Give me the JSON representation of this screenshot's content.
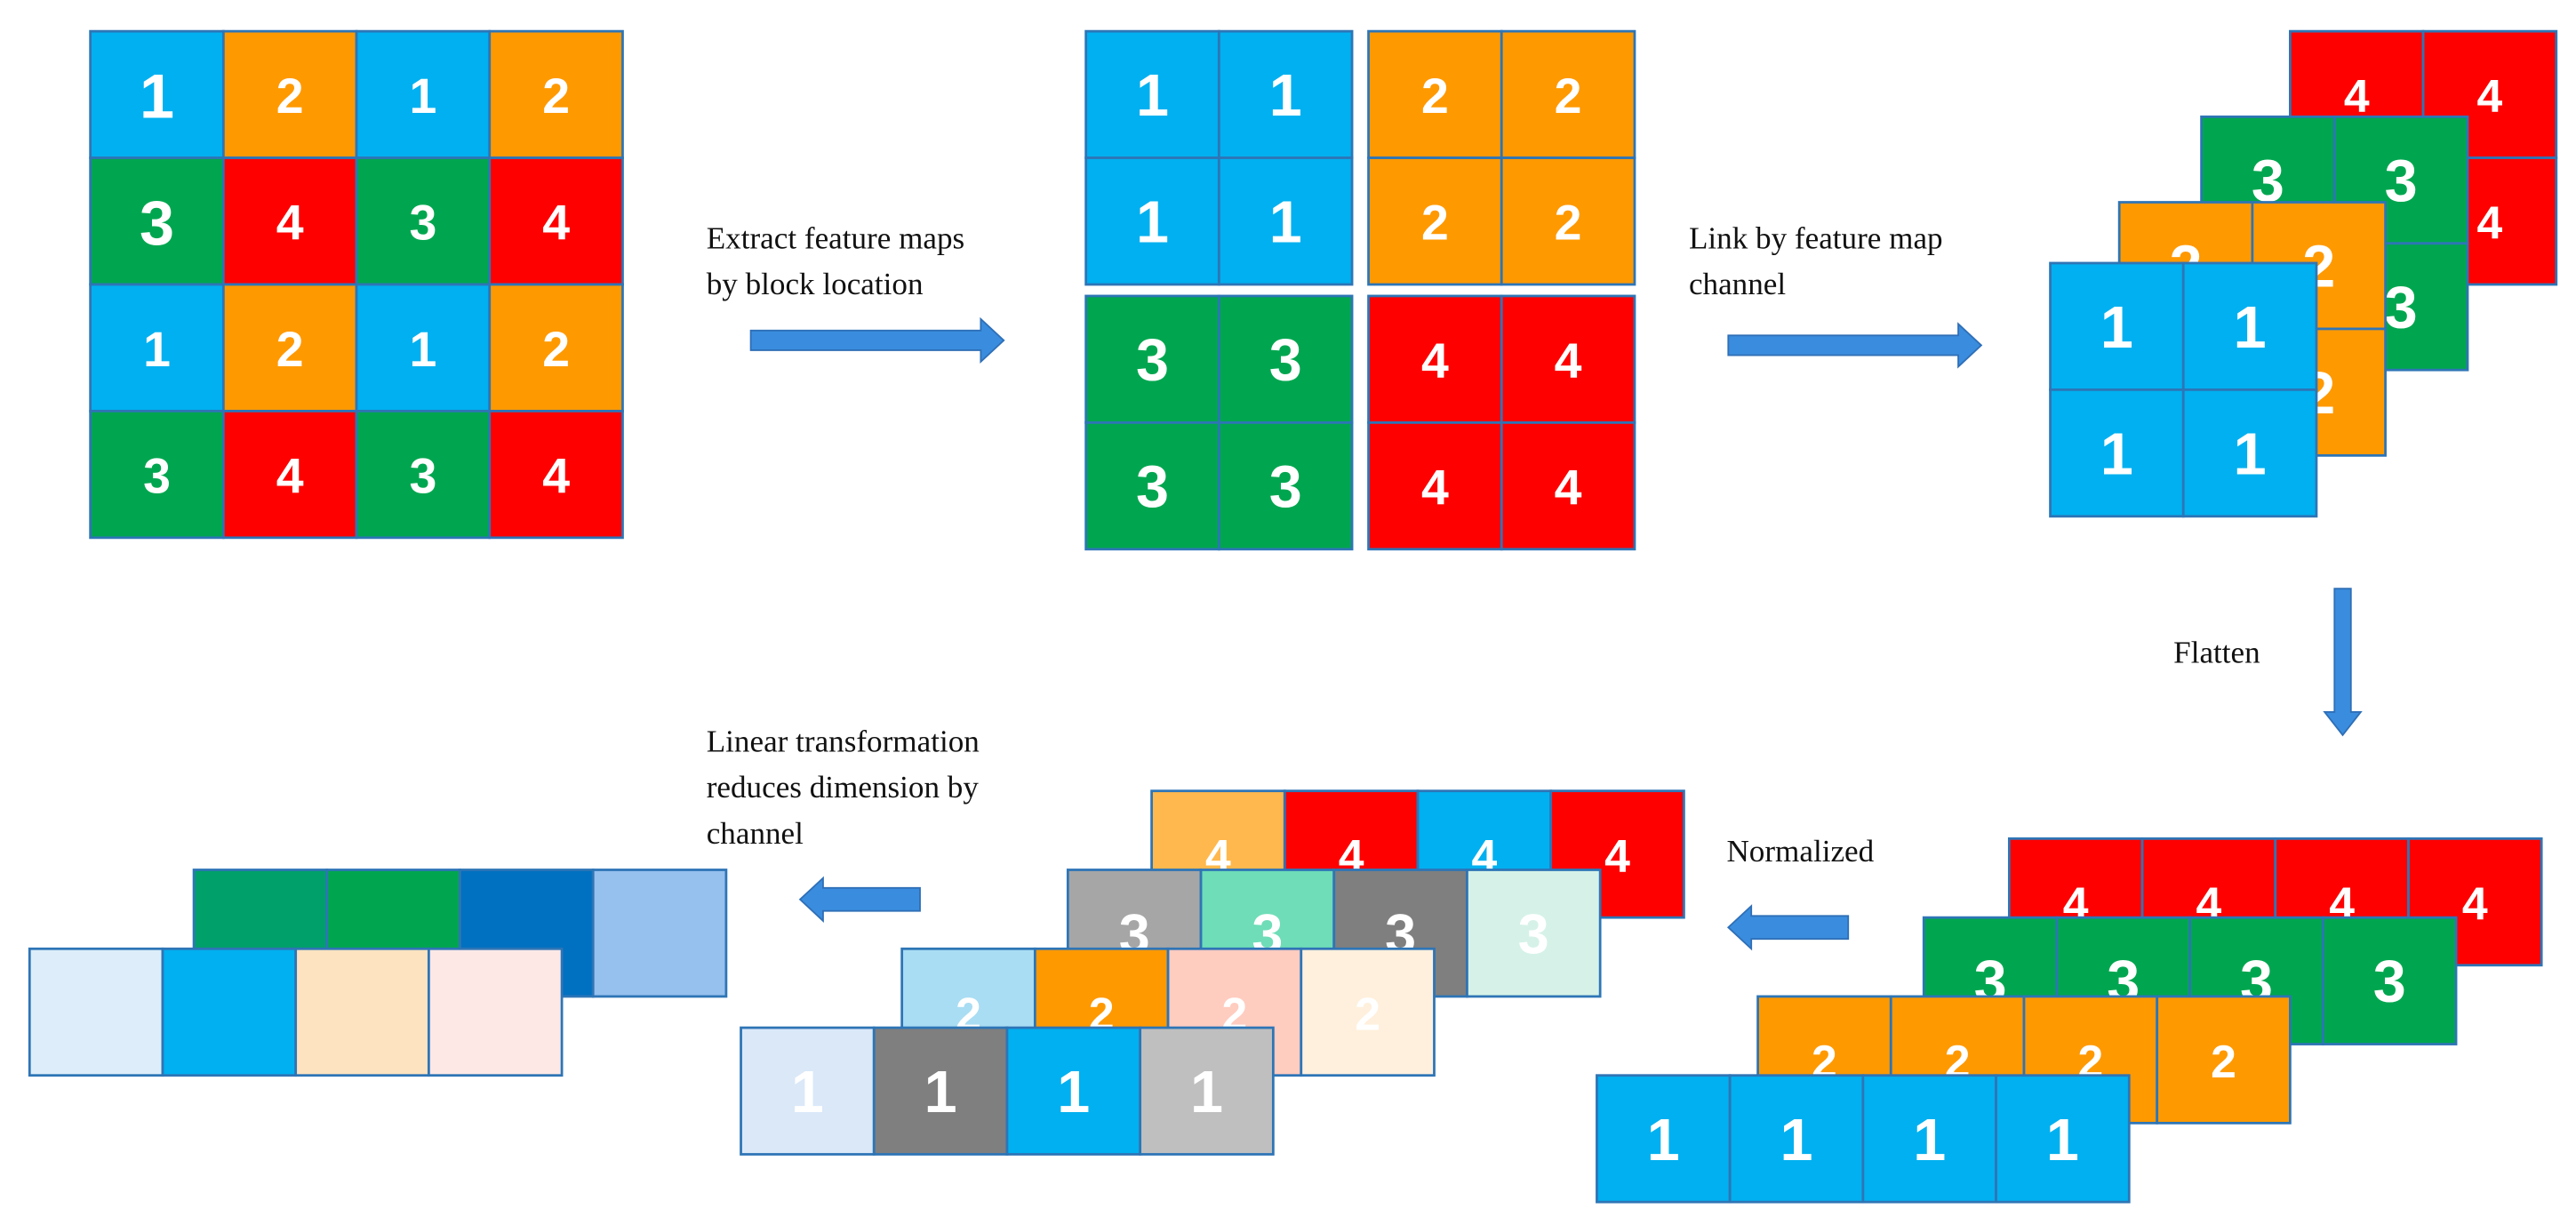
{
  "colors": {
    "blue": "#00B0F0",
    "orange": "#FF9900",
    "green": "#00A64F",
    "red": "#FF0000",
    "cell_border": "#2E75B6",
    "arrow": "#3A8DDE",
    "normalized_4": [
      "#FFB84D",
      "#FF0000",
      "#00B0F0",
      "#FF0000"
    ],
    "normalized_3": [
      "#A6A6A6",
      "#6EDDB8",
      "#7F7F7F",
      "#D6F2E8"
    ],
    "normalized_2": [
      "#A9DDF3",
      "#FF9900",
      "#FFCCC0",
      "#FFF0DD"
    ],
    "normalized_1": [
      "#DAE8F8",
      "#7F7F7F",
      "#00B0F0",
      "#BFBFBF"
    ],
    "reduced_back": [
      "#00A06A",
      "#00A64F",
      "#0070C0",
      "#96C0EE"
    ],
    "reduced_front": [
      "#DDEEFA",
      "#00B0F0",
      "#FEE3C0",
      "#FDE8E6"
    ]
  },
  "input_grid": {
    "rows": [
      [
        "1",
        "2",
        "1",
        "2"
      ],
      [
        "3",
        "4",
        "3",
        "4"
      ],
      [
        "1",
        "2",
        "1",
        "2"
      ],
      [
        "3",
        "4",
        "3",
        "4"
      ]
    ]
  },
  "blocks": {
    "labels": [
      "1",
      "2",
      "3",
      "4"
    ]
  },
  "stacked_maps": {
    "labels": [
      "4",
      "3",
      "2",
      "1"
    ]
  },
  "flattened": {
    "labels": [
      "4",
      "3",
      "2",
      "1"
    ]
  },
  "normalized": {
    "labels": [
      "4",
      "3",
      "2",
      "1"
    ]
  },
  "captions": {
    "extract": [
      "Extract feature maps",
      "by block location"
    ],
    "link": [
      "Link by feature map",
      "channel"
    ],
    "flatten": "Flatten",
    "normalized": "Normalized",
    "linear": [
      "Linear transformation",
      "reduces dimension by",
      "channel"
    ]
  },
  "icons": [
    "arrow-right-icon",
    "arrow-down-icon",
    "arrow-left-icon"
  ]
}
